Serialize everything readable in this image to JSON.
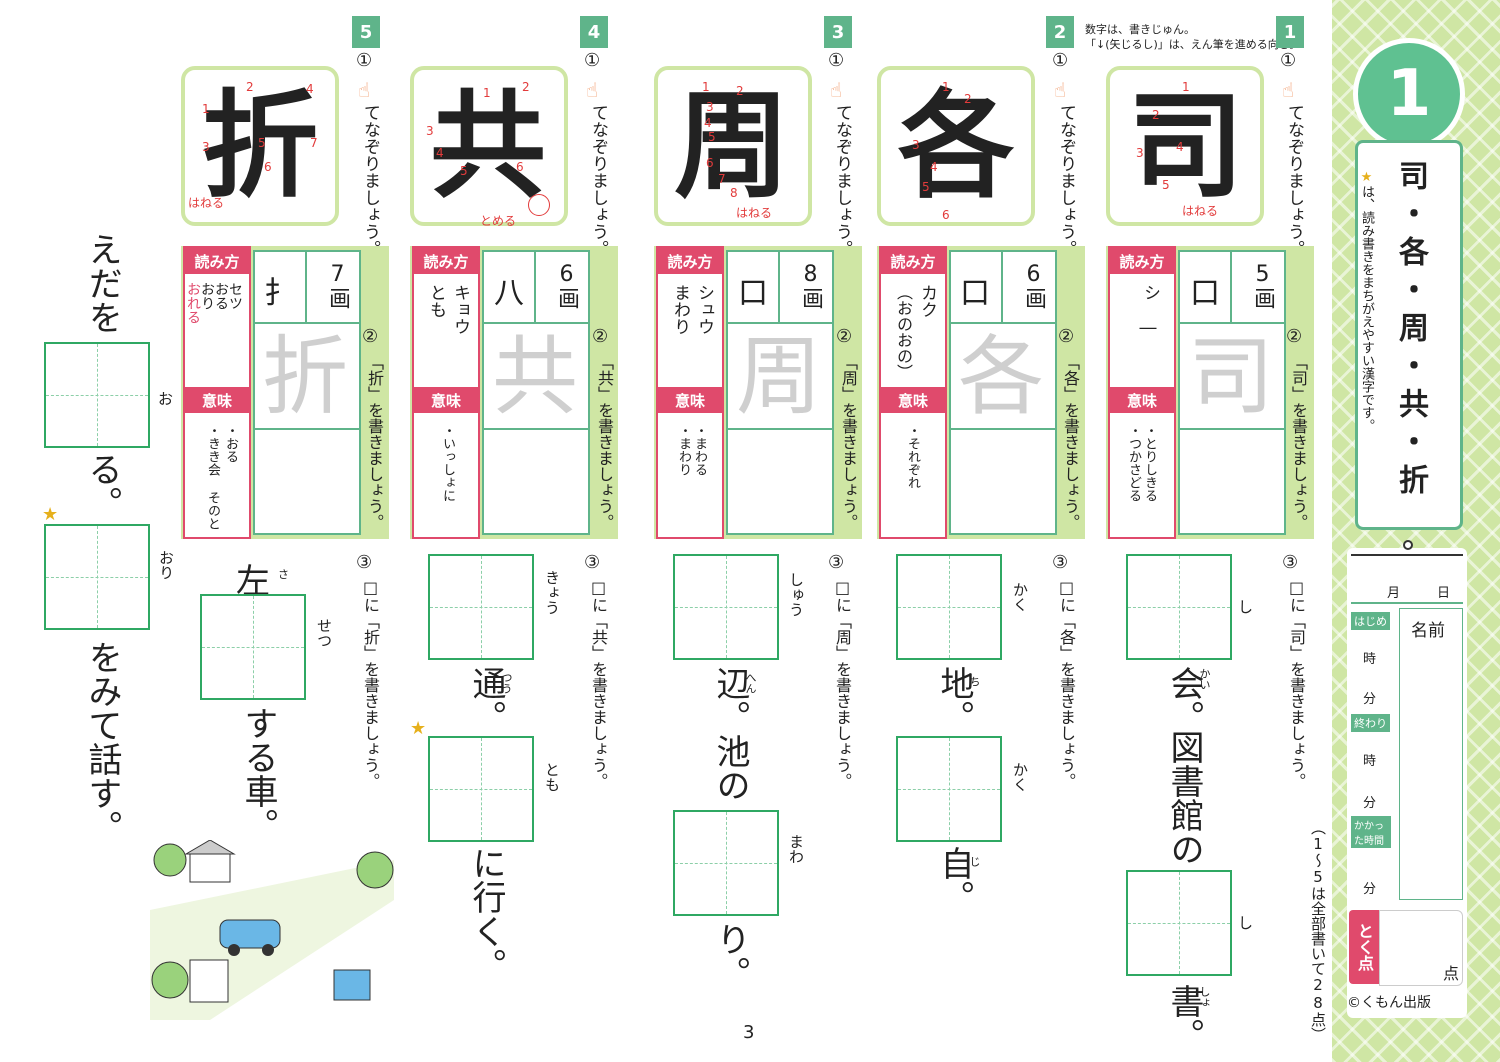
{
  "panel": {
    "lesson_number": "1",
    "title": "司・各・周・共・折",
    "star": "★",
    "subtitle": "は、読み書きをまちがえやすい漢字です。",
    "date_month": "月",
    "date_day": "日",
    "start_label": "はじめ",
    "hour": "時",
    "minute": "分",
    "end_label": "終わり",
    "elapsed_label": "かかった時間",
    "name_label": "名前",
    "score_label": "とく点",
    "points_label": "点",
    "copyright": "©くもん出版",
    "total_note": "（1〜5は全部書いて28点）"
  },
  "top_note": {
    "line1": "数字は、書きじゅん。",
    "line2": "「↓(矢じるし)」は、えん筆を進める向き。"
  },
  "common": {
    "circle1": "①",
    "circle2": "②",
    "circle3": "③",
    "trace_label": "てなぞりましょう。",
    "yubi": "ゆび",
    "yomi_header": "読み方",
    "imi_header": "意味"
  },
  "columns": [
    {
      "num": "1",
      "char": "司",
      "bushu": "口",
      "strokes": "5画",
      "yomi": [
        "シ",
        "―"
      ],
      "imi": [
        "・とりしきる",
        "・つかさどる"
      ],
      "write2": "「司」を書きましょう。",
      "write3": "□に「司」を書きましょう。",
      "trace_hint": "はねる",
      "strokes_nums": [
        "1",
        "2",
        "3",
        "4",
        "5"
      ]
    },
    {
      "num": "2",
      "char": "各",
      "bushu": "口",
      "strokes": "6画",
      "yomi": [
        "カク",
        "（おのおの）"
      ],
      "imi": [
        "・それぞれ"
      ],
      "write2": "「各」を書きましょう。",
      "write3": "□に「各」を書きましょう。",
      "strokes_nums": [
        "1",
        "2",
        "3",
        "4",
        "5",
        "6"
      ]
    },
    {
      "num": "3",
      "char": "周",
      "bushu": "口",
      "strokes": "8画",
      "yomi": [
        "シュウ",
        "まわり"
      ],
      "imi": [
        "・まわる",
        "・まわり"
      ],
      "write2": "「周」を書きましょう。",
      "write3": "□に「周」を書きましょう。",
      "trace_hint": "はねる",
      "strokes_nums": [
        "1",
        "2",
        "3",
        "4",
        "5",
        "6",
        "7",
        "8"
      ]
    },
    {
      "num": "4",
      "char": "共",
      "bushu": "八",
      "strokes": "6画",
      "yomi": [
        "キョウ",
        "とも"
      ],
      "imi": [
        "・いっしょに"
      ],
      "write2": "「共」を書きましょう。",
      "write3": "□に「共」を書きましょう。",
      "trace_hint": "とめる",
      "strokes_nums": [
        "1",
        "2",
        "3",
        "4",
        "5",
        "6"
      ]
    },
    {
      "num": "5",
      "char": "折",
      "bushu": "扌",
      "strokes": "7画",
      "yomi": [
        "セツ",
        "おる",
        "おり",
        "おれる"
      ],
      "imi": [
        "・おる",
        "・きき会 そのと"
      ],
      "write2": "「折」を書きましょう。",
      "write3": "□に「折」を書きましょう。",
      "trace_hint": "はねる",
      "strokes_nums": [
        "1",
        "2",
        "3",
        "4",
        "5",
        "6",
        "7"
      ]
    }
  ],
  "sentences": {
    "c1_ruby1": "し",
    "c1_a": "会。",
    "c1_a_ruby": "かい",
    "c1_b": "図書館の",
    "c1_ruby2": "し",
    "c1_c": "書。",
    "c1_c_ruby": "しょ",
    "c2_ruby1": "かく",
    "c2_a": "地。",
    "c2_a_ruby": "ち",
    "c2_ruby2": "かく",
    "c2_b": "自。",
    "c2_b_ruby": "じ",
    "c3_ruby1": "しゅう",
    "c3_a": "辺。",
    "c3_a_ruby": "へん",
    "c3_b": "池の",
    "c3_ruby2": "まわ",
    "c3_c": "り。",
    "c4_ruby1": "きょう",
    "c4_a": "通。",
    "c4_a_ruby": "つう",
    "c4_ruby2": "とも",
    "c4_b": "に行く。",
    "c5_pre": "左",
    "c5_pre_ruby": "さ",
    "c5_ruby1": "せつ",
    "c5_a": "する車。",
    "c6_pre": "えだを",
    "c6_ruby1": "お",
    "c6_a": "る。",
    "c6_ruby2": "おり",
    "c6_b": "をみて話す。"
  },
  "page_number": "3"
}
